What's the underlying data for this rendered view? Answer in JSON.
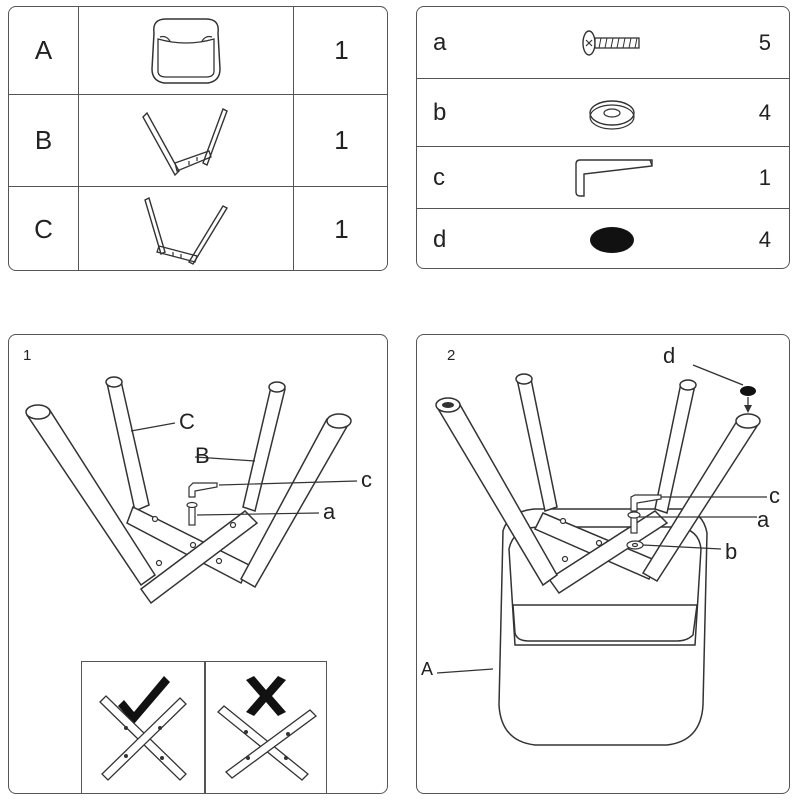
{
  "parts": [
    {
      "letter": "A",
      "icon": "chair-seat-icon",
      "qty": "1"
    },
    {
      "letter": "B",
      "icon": "leg-frame-b-icon",
      "qty": "1"
    },
    {
      "letter": "C",
      "icon": "leg-frame-c-icon",
      "qty": "1"
    }
  ],
  "hardware": [
    {
      "letter": "a",
      "icon": "bolt-icon",
      "qty": "5"
    },
    {
      "letter": "b",
      "icon": "washer-icon",
      "qty": "4"
    },
    {
      "letter": "c",
      "icon": "allen-key-icon",
      "qty": "1"
    },
    {
      "letter": "d",
      "icon": "felt-pad-icon",
      "qty": "4"
    }
  ],
  "step1": {
    "number": "1",
    "callouts": {
      "C": "C",
      "B": "B",
      "c": "c",
      "a": "a"
    },
    "correct_icon": "checkmark-icon",
    "wrong_icon": "cross-icon"
  },
  "step2": {
    "number": "2",
    "callouts": {
      "d": "d",
      "c": "c",
      "a": "a",
      "b": "b",
      "A": "A"
    }
  },
  "colors": {
    "line": "#333333",
    "border": "#555555",
    "fill_dark": "#111111"
  }
}
